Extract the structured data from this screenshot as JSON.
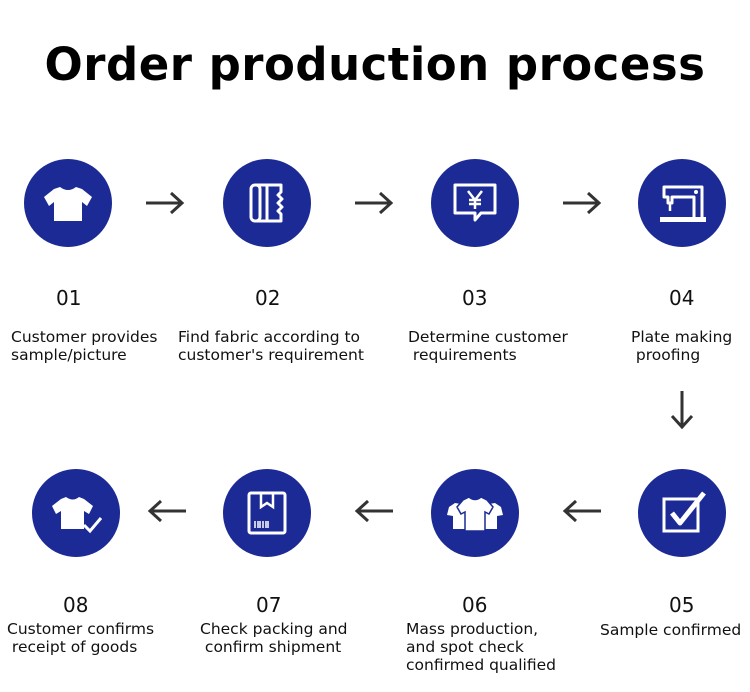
{
  "title": "Order production process",
  "colors": {
    "circle": "#1b2a94",
    "icon": "#ffffff",
    "arrow": "#333333"
  },
  "steps": [
    {
      "number": "01",
      "label": "Customer provides\nsample/picture",
      "icon": "tshirt-icon"
    },
    {
      "number": "02",
      "label": "Find fabric according to\ncustomer's requirement",
      "icon": "fabric-roll-icon"
    },
    {
      "number": "03",
      "label": "Determine customer\n requirements",
      "icon": "price-yen-icon"
    },
    {
      "number": "04",
      "label": "Plate making\n proofing",
      "icon": "sewing-machine-icon"
    },
    {
      "number": "05",
      "label": "Sample confirmed",
      "icon": "checkbox-icon"
    },
    {
      "number": "06",
      "label": "Mass production,\nand spot check\nconfirmed qualified",
      "icon": "tshirts-icon"
    },
    {
      "number": "07",
      "label": "Check packing and\n confirm shipment",
      "icon": "package-icon"
    },
    {
      "number": "08",
      "label": "Customer confirms\n receipt of goods",
      "icon": "tshirt-check-icon"
    }
  ]
}
